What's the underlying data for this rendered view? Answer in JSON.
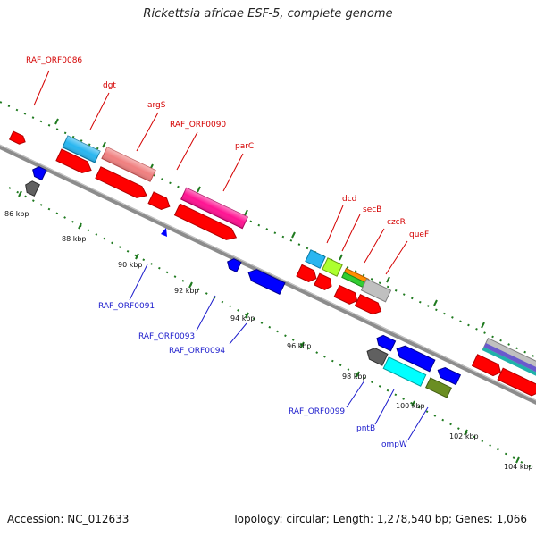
{
  "title": "Rickettsia africae ESF-5, complete genome",
  "footer": {
    "accession": "Accession: NC_012633",
    "stats": "Topology: circular; Length: 1,278,540 bp; Genes: 1,066"
  },
  "colors": {
    "backbone": "#8c8c8c",
    "tick": "#1f7a1f",
    "label_forward": "#d40000",
    "label_reverse": "#1a1acc"
  },
  "scale_labels": [
    "86 kbp",
    "88 kbp",
    "90 kbp",
    "92 kbp",
    "94 kbp",
    "96 kbp",
    "98 kbp",
    "100 kbp",
    "102 kbp",
    "104 kbp"
  ],
  "forward_gene_labels": [
    "RAF_ORF0086",
    "dgt",
    "argS",
    "RAF_ORF0090",
    "parC",
    "dcd",
    "secB",
    "czcR",
    "queF"
  ],
  "reverse_gene_labels": [
    "RAF_ORF0091",
    "RAF_ORF0093",
    "RAF_ORF0094",
    "RAF_ORF0099",
    "pntB",
    "ompW"
  ]
}
